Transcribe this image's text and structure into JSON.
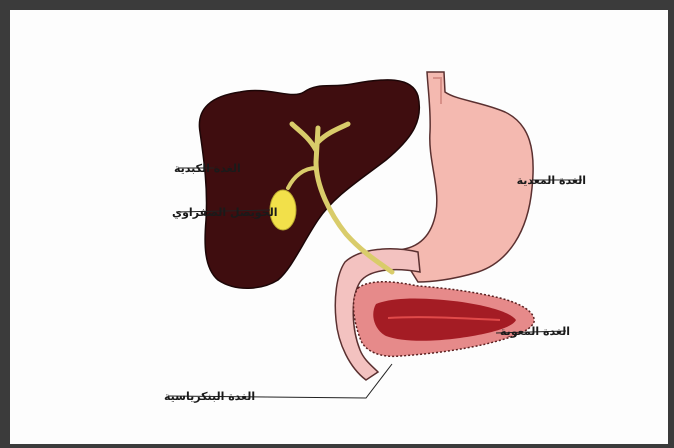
{
  "labels": {
    "liver": "الغدة الكبدية",
    "gallbladder": "الحويصل الصفراوي",
    "stomach": "الغدة المعدية",
    "intestine": "الغدة المعوية",
    "pancreas": "الغدة البنكرياسية"
  },
  "colors": {
    "liver": "#3f0d0f",
    "stomach": "#f4b9b0",
    "bile_duct": "#d9cc6a",
    "gallbladder": "#f2e04a",
    "pancreas": "#e07070",
    "pancreas_core": "#a01a22",
    "frame": "#3b3b3b"
  }
}
